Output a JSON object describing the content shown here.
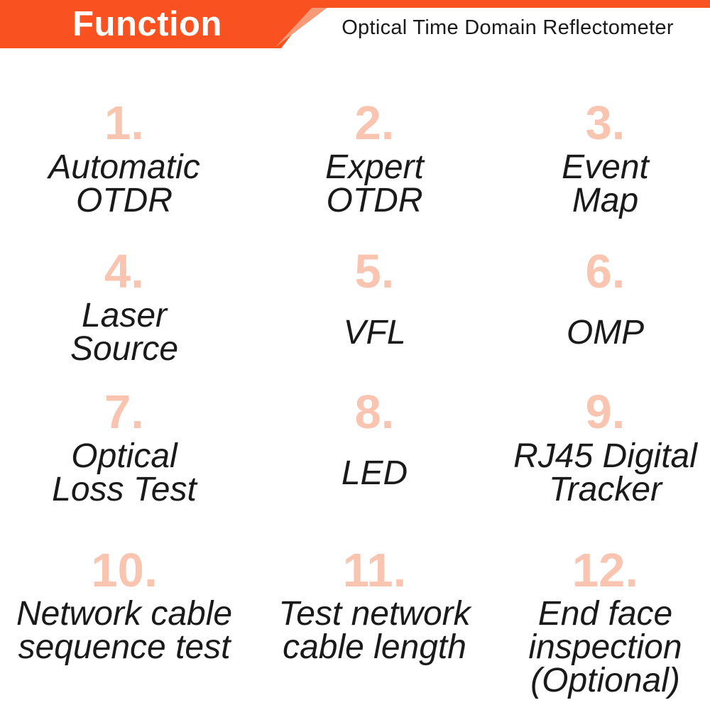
{
  "header": {
    "banner_label": "Function",
    "subtitle": "Optical Time Domain Reflectometer",
    "colors": {
      "orange": "#f95120",
      "orange_light": "#f79a78",
      "number_pink": "#f9c5b1",
      "text_dark": "#1a1a1a",
      "banner_text": "#ffffff"
    }
  },
  "features": [
    {
      "number": "1.",
      "label": "Automatic\nOTDR"
    },
    {
      "number": "2.",
      "label": "Expert\nOTDR"
    },
    {
      "number": "3.",
      "label": "Event\nMap"
    },
    {
      "number": "4.",
      "label": "Laser\nSource"
    },
    {
      "number": "5.",
      "label": "VFL"
    },
    {
      "number": "6.",
      "label": "OMP"
    },
    {
      "number": "7.",
      "label": "Optical\nLoss Test"
    },
    {
      "number": "8.",
      "label": "LED"
    },
    {
      "number": "9.",
      "label": "RJ45 Digital\nTracker"
    },
    {
      "number": "10.",
      "label": "Network cable\nsequence test"
    },
    {
      "number": "11.",
      "label": "Test network\ncable length"
    },
    {
      "number": "12.",
      "label": "End face\ninspection\n(Optional)"
    }
  ]
}
